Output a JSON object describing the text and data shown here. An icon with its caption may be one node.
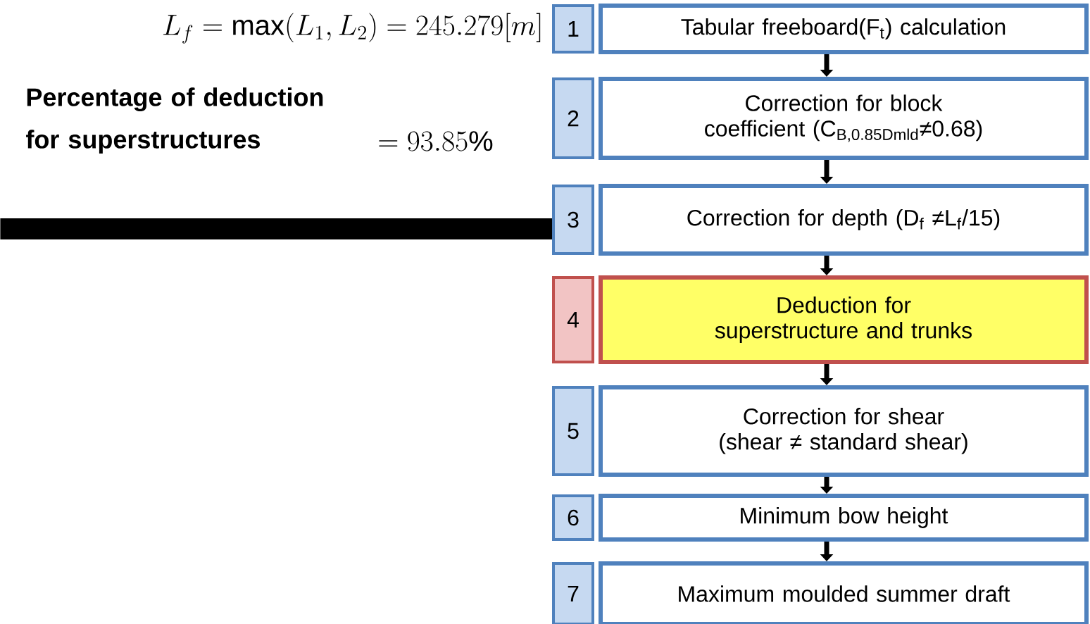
{
  "diagram": {
    "nodes": [
      {
        "text": [
          "1"
        ]
      },
      {
        "text": [
          "Tabular freeboard(F$_{t}$) calculation"
        ]
      },
      {
        "text": [
          "2"
        ]
      },
      {
        "text": [
          "Correction for block coefficient (C$_{B,0.85Dmld}$≠0.68)"
        ]
      },
      {
        "text": [
          "3"
        ]
      },
      {
        "text": [
          "Correction for depth (D$_{f}$ ≠L$_{f}$/15)"
        ]
      },
      {
        "text": [
          "4"
        ]
      },
      {
        "text": [
          "Deduction for superstructure and trunks"
        ]
      },
      {
        "text": [
          "5"
        ]
      },
      {
        "text": [
          "Correction for shear (shear ≠ standard shear)"
        ]
      },
      {
        "text": [
          "6"
        ]
      },
      {
        "text": [
          "Minimum bow height"
        ]
      },
      {
        "text": [
          "7"
        ]
      },
      {
        "text": [
          "Maximum moulded summer draft"
        ]
      },
      {
        "text": [],
        "shape": "bar"
      }
    ],
    "edges": [
      {
        "from": 1,
        "to": 3,
        "arrow": "to"
      },
      {
        "from": 3,
        "to": 5,
        "arrow": "to"
      },
      {
        "from": 5,
        "to": 7,
        "arrow": "to"
      },
      {
        "from": 7,
        "to": 9,
        "arrow": "to"
      },
      {
        "from": 9,
        "to": 11,
        "arrow": "to"
      },
      {
        "from": 11,
        "to": 13,
        "arrow": "to"
      }
    ],
    "labels": [
      "L_f = \\max(L_1, L_2) = 245.279[m]",
      "Percentage of deduction for superstructures",
      "=93.85\\%"
    ]
  }
}
